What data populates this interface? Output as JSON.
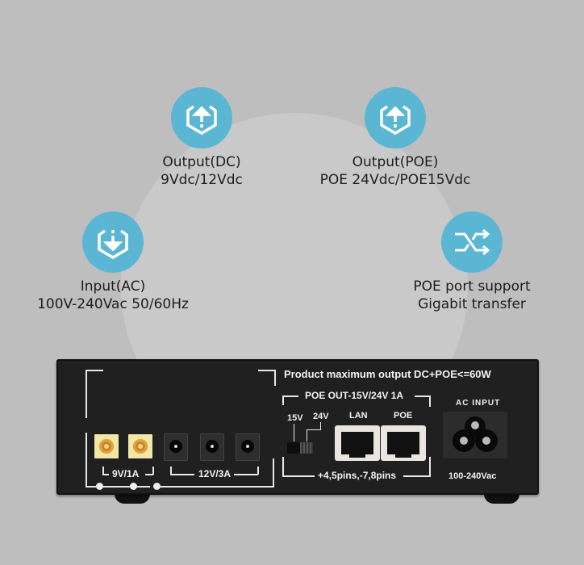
{
  "features": [
    {
      "id": "output-dc",
      "icon": "upload-hexagon-icon",
      "title": "Output(DC)",
      "detail": "9Vdc/12Vdc"
    },
    {
      "id": "output-poe",
      "icon": "upload-hexagon-icon",
      "title": "Output(POE)",
      "detail": "POE 24Vdc/POE15Vdc"
    },
    {
      "id": "input-ac",
      "icon": "download-hexagon-icon",
      "title": "Input(AC)",
      "detail": "100V-240Vac 50/60Hz"
    },
    {
      "id": "gigabit",
      "icon": "shuffle-arrows-icon",
      "title": "POE port support",
      "detail": "Gigabit transfer"
    }
  ],
  "device": {
    "max_output_label": "Product maximum output  DC+POE<=60W",
    "poe_out_label": "POE OUT-15V/24V 1A",
    "switch_labels": [
      "15V",
      "24V"
    ],
    "lan_label": "LAN",
    "poe_label": "POE",
    "pins_label": "+4,5pins,-7,8pins",
    "ac_input_label": "AC INPUT",
    "ac_voltage_label": "100-240Vac",
    "xt_group_label": "9V/1A",
    "dc_group_label": "12V/3A"
  },
  "colors": {
    "icon_circle": "#5bb6d4",
    "background": "#bebebe",
    "device_body": "#202020"
  }
}
